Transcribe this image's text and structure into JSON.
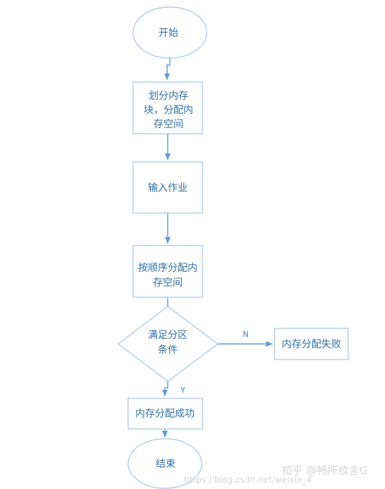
{
  "nodes": {
    "start": {
      "lines": [
        "开始"
      ]
    },
    "divide": {
      "lines": [
        "划分内存",
        "块，分配内",
        "存空间"
      ]
    },
    "input": {
      "lines": [
        "输入作业"
      ]
    },
    "allocate": {
      "lines": [
        "按顺序分配内",
        "存空间"
      ]
    },
    "condition": {
      "lines": [
        "满足分区",
        "条件"
      ]
    },
    "fail": {
      "lines": [
        "内存分配失败"
      ]
    },
    "success": {
      "lines": [
        "内存分配成功"
      ]
    },
    "end": {
      "lines": [
        "结束"
      ]
    }
  },
  "edges": {
    "no_label": "N",
    "yes_label": "Y"
  },
  "watermark": {
    "url": "https://blog.csdn.net/weixin_4",
    "brand": "知乎 @畅所欲言G"
  },
  "colors": {
    "stroke": "#a9c4e0",
    "arrow": "#5b9bd5",
    "text": "#2f6fa3"
  }
}
